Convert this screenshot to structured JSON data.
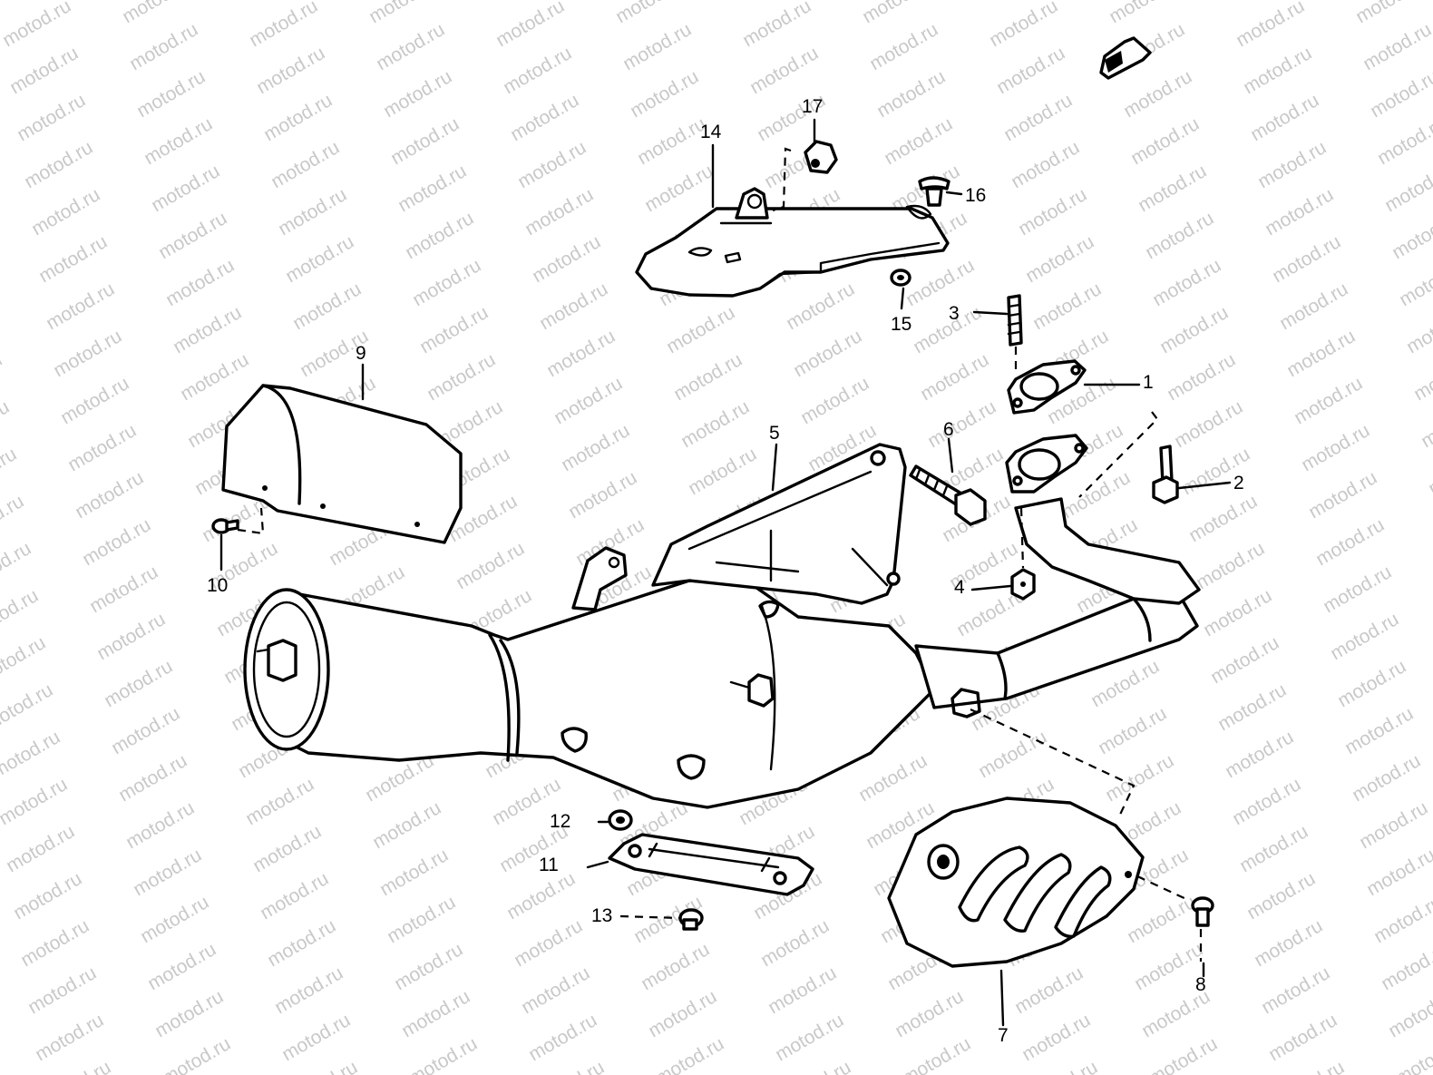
{
  "watermark": {
    "text": "motod.ru"
  },
  "callouts": [
    {
      "id": "part-1",
      "label": "1"
    },
    {
      "id": "part-2",
      "label": "2"
    },
    {
      "id": "part-3",
      "label": "3"
    },
    {
      "id": "part-4",
      "label": "4"
    },
    {
      "id": "part-5",
      "label": "5"
    },
    {
      "id": "part-6",
      "label": "6"
    },
    {
      "id": "part-7",
      "label": "7"
    },
    {
      "id": "part-8",
      "label": "8"
    },
    {
      "id": "part-9",
      "label": "9"
    },
    {
      "id": "part-10",
      "label": "10"
    },
    {
      "id": "part-11",
      "label": "11"
    },
    {
      "id": "part-12",
      "label": "12"
    },
    {
      "id": "part-13",
      "label": "13"
    },
    {
      "id": "part-14",
      "label": "14"
    },
    {
      "id": "part-15",
      "label": "15"
    },
    {
      "id": "part-16",
      "label": "16"
    },
    {
      "id": "part-17",
      "label": "17"
    }
  ]
}
